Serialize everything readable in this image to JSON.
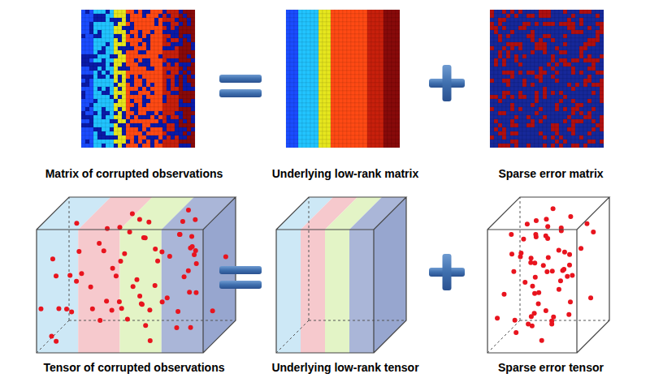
{
  "diagram": {
    "nodes": [
      {
        "text": [
          "Matrix of corrupted observations"
        ]
      },
      {
        "text": [
          "Underlying low-rank matrix"
        ]
      },
      {
        "text": [
          "Sparse error matrix"
        ]
      },
      {
        "text": [
          "Tensor of corrupted observations"
        ]
      },
      {
        "text": [
          "Underlying low-rank tensor"
        ]
      },
      {
        "text": [
          "Sparse error tensor"
        ]
      }
    ]
  }
}
